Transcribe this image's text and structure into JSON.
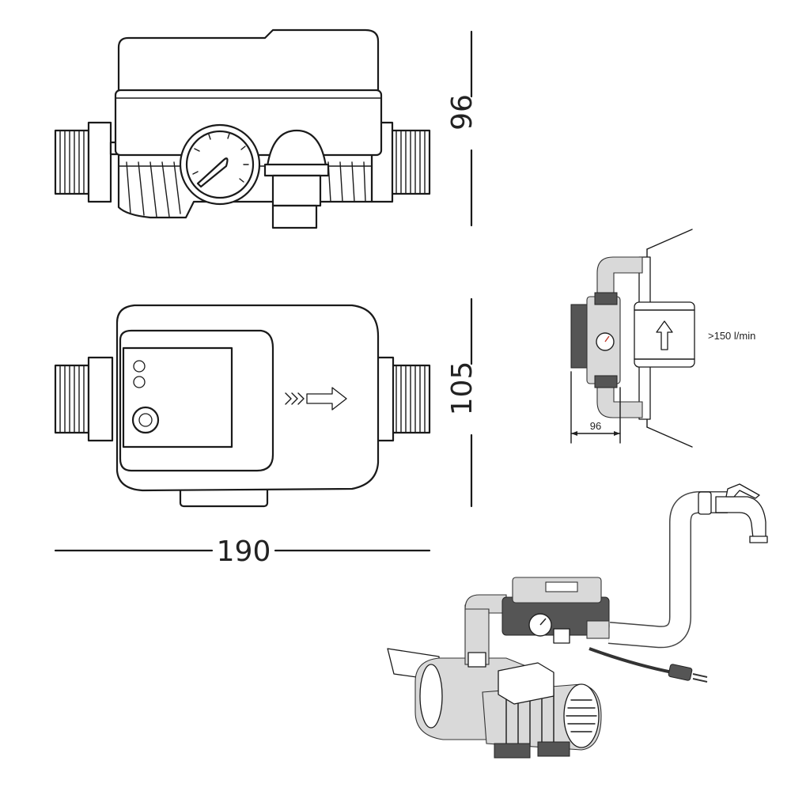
{
  "dimensions": {
    "height_top": "96",
    "height_front": "105",
    "width": "190",
    "install_depth": "96"
  },
  "flow_rate_label": ">150 l/min"
}
